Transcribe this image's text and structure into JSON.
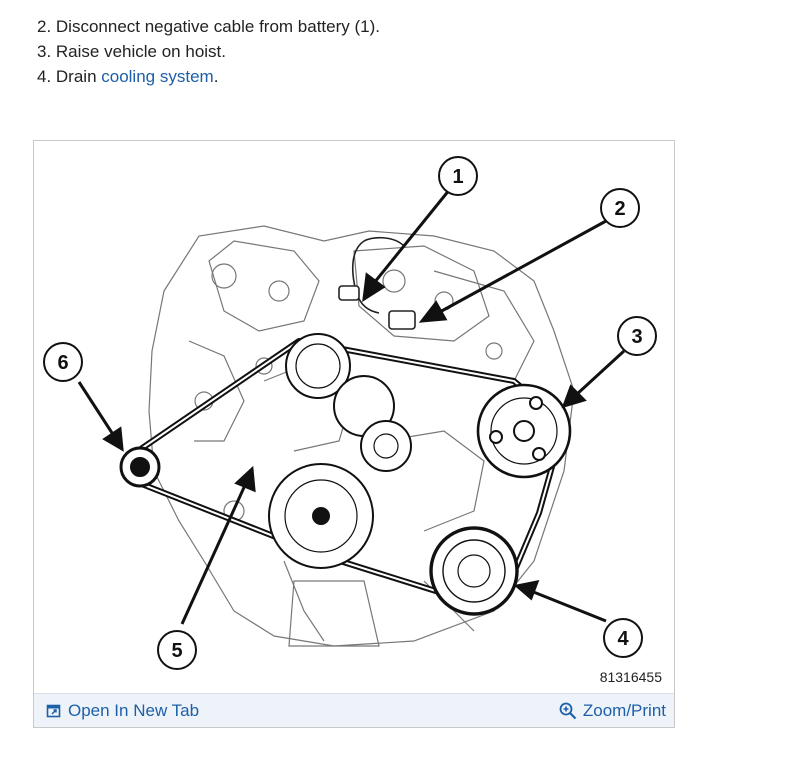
{
  "steps": [
    {
      "text": "2. Disconnect negative cable from battery (1)."
    },
    {
      "text": "3. Raise vehicle on hoist."
    },
    {
      "prefix": "4. Drain ",
      "link": "cooling system",
      "suffix": "."
    }
  ],
  "figure": {
    "callouts": [
      "1",
      "2",
      "3",
      "4",
      "5",
      "6"
    ],
    "figure_id": "81316455",
    "open_tab_label": "Open In New Tab",
    "zoom_label": "Zoom/Print",
    "icons": [
      "open-new-tab-icon",
      "zoom-icon"
    ],
    "link_color": "#1d5fa8"
  }
}
